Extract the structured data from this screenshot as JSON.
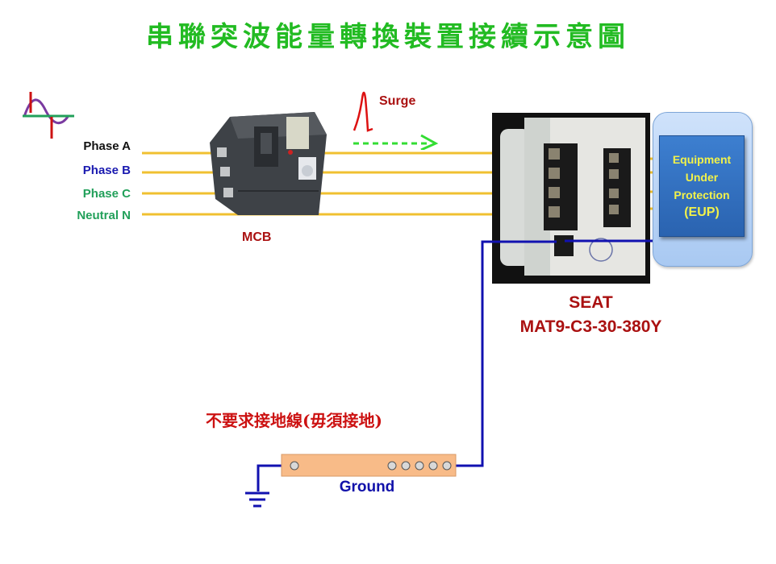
{
  "title": "串聯突波能量轉換裝置接續示意圖",
  "phases": [
    {
      "label": "Phase A",
      "color": "#111111"
    },
    {
      "label": "Phase B",
      "color": "#1a1ab0"
    },
    {
      "label": "Phase C",
      "color": "#22a05a"
    },
    {
      "label": "Neutral N",
      "color": "#22a05a"
    }
  ],
  "wire_color": "#f0c030",
  "ground_wire_color": "#1111b0",
  "surge": {
    "label": "Surge",
    "arrow_color": "#33dd33",
    "spike_color": "#dd1111"
  },
  "mcb": {
    "label": "MCB"
  },
  "seat": {
    "label": "SEAT",
    "model": "MAT9-C3-30-380Y"
  },
  "eup": {
    "lines": [
      "Equipment",
      "Under",
      "Protection",
      "(EUP)"
    ]
  },
  "ground": {
    "label": "Ground",
    "note": "不要求接地線(毋須接地)",
    "bar_color": "#f8bb88",
    "terminal_count": 6
  }
}
